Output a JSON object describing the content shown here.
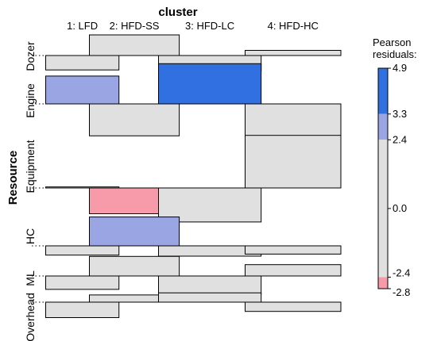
{
  "chart_data": {
    "type": "association-plot",
    "col_title": "cluster",
    "row_title": "Resource",
    "columns": [
      {
        "label": "1: LFD",
        "share": 0.105
      },
      {
        "label": "2: HFD-SS",
        "share": 0.155
      },
      {
        "label": "3: HFD-LC",
        "share": 0.2
      },
      {
        "label": "4: HFD-HC",
        "share": 0.175
      }
    ],
    "rows": [
      {
        "label": "Dozer",
        "residuals": [
          -1.4,
          2.0,
          -1.5,
          0.5
        ]
      },
      {
        "label": "Engine",
        "residuals": [
          2.7,
          -3.1,
          3.9,
          -3.6
        ]
      },
      {
        "label": "Equipment",
        "residuals": [
          0.1,
          -2.5,
          -3.3,
          5.1
        ]
      },
      {
        "label": "HC",
        "residuals": [
          -0.9,
          2.8,
          -1.0,
          -0.8
        ]
      },
      {
        "label": "ML",
        "residuals": [
          -1.3,
          1.9,
          -1.8,
          1.1
        ]
      },
      {
        "label": "Overhead",
        "residuals": [
          -1.5,
          0.7,
          0.9,
          -0.9
        ]
      }
    ],
    "legend": {
      "title_lines": [
        "Pearson",
        "residuals:"
      ],
      "ticks": [
        "4.9",
        "3.3",
        "2.4",
        "0.0",
        "-2.4",
        "-2.8"
      ],
      "tick_values": [
        4.9,
        3.3,
        2.4,
        0.0,
        -2.4,
        -2.8
      ],
      "range": [
        -2.8,
        4.9
      ],
      "shading_bands": [
        {
          "from": 3.3,
          "to": 4.9,
          "color": "#3070e0"
        },
        {
          "from": 2.4,
          "to": 3.3,
          "color": "#9aa6e4"
        },
        {
          "from": -2.4,
          "to": 2.4,
          "color": "#e0e0e0"
        },
        {
          "from": -2.8,
          "to": -2.4,
          "color": "#f79aaa"
        }
      ]
    }
  }
}
